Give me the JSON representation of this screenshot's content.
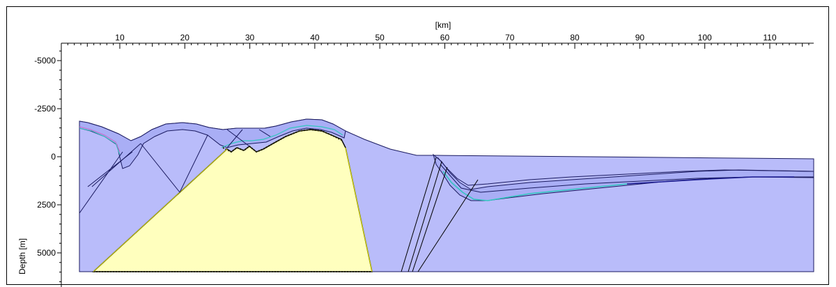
{
  "x_axis": {
    "unit_label": "[km]",
    "ticks": [
      {
        "value": 10,
        "label": "10"
      },
      {
        "value": 20,
        "label": "20"
      },
      {
        "value": 30,
        "label": "30"
      },
      {
        "value": 40,
        "label": "40"
      },
      {
        "value": 50,
        "label": "50"
      },
      {
        "value": 60,
        "label": "60"
      },
      {
        "value": 70,
        "label": "70"
      },
      {
        "value": 80,
        "label": "80"
      },
      {
        "value": 90,
        "label": "90"
      },
      {
        "value": 100,
        "label": "100"
      },
      {
        "value": 110,
        "label": "110"
      }
    ]
  },
  "y_axis": {
    "title": "Depth [m]",
    "ticks": [
      {
        "value": -5000,
        "label": "-5000"
      },
      {
        "value": -2500,
        "label": "-2500"
      },
      {
        "value": 0,
        "label": "0"
      },
      {
        "value": 2500,
        "label": "2500"
      },
      {
        "value": 5000,
        "label": "5000"
      }
    ]
  },
  "colors": {
    "background_layer": "#b9bcfa",
    "sediment_layer": "#a9aef5",
    "basement_body": "#ffffbe",
    "outline": "#1a1a60",
    "cyan_horizon": "#33c7c1",
    "magenta_horizon": "#cc66cc"
  }
}
